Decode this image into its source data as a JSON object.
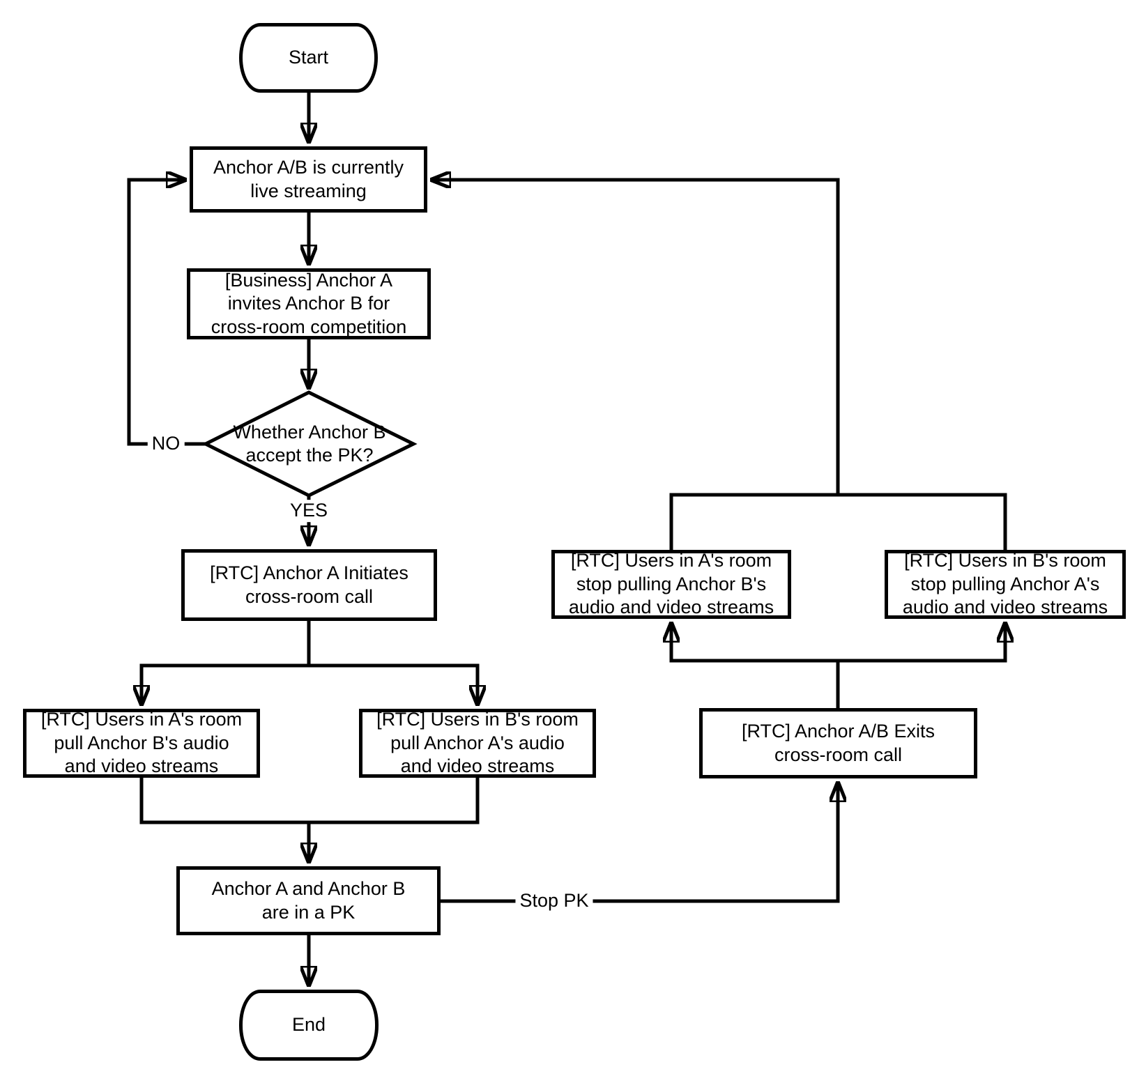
{
  "title": "Cross-room PK flowchart",
  "colors": {
    "line": "#000000",
    "background": "#ffffff",
    "node_fill": "#ffffff",
    "text": "#000000"
  },
  "nodes": {
    "start": {
      "label": "Start"
    },
    "live": {
      "label": "Anchor A/B is currently\nlive streaming"
    },
    "invite": {
      "label": "[Business] Anchor A\ninvites Anchor B for\ncross-room competition"
    },
    "decision": {
      "label": "Whether Anchor B\naccept the PK?"
    },
    "initiate_call": {
      "label": "[RTC] Anchor A Initiates\ncross-room call"
    },
    "pull_a": {
      "label": "[RTC] Users in A's room\npull Anchor B's audio\nand video streams"
    },
    "pull_b": {
      "label": "[RTC] Users in B's room\npull Anchor A's audio\nand video streams"
    },
    "in_pk": {
      "label": "Anchor A and Anchor B\nare in a PK"
    },
    "end": {
      "label": "End"
    },
    "stop_pull_a": {
      "label": "[RTC] Users in A's room\nstop pulling Anchor B's\naudio and video streams"
    },
    "stop_pull_b": {
      "label": "[RTC] Users in B's room\nstop pulling Anchor A's\naudio and video streams"
    },
    "exit_call": {
      "label": "[RTC] Anchor A/B Exits\ncross-room call"
    }
  },
  "edges": {
    "no_label": "NO",
    "yes_label": "YES",
    "stop_pk_label": "Stop PK"
  }
}
